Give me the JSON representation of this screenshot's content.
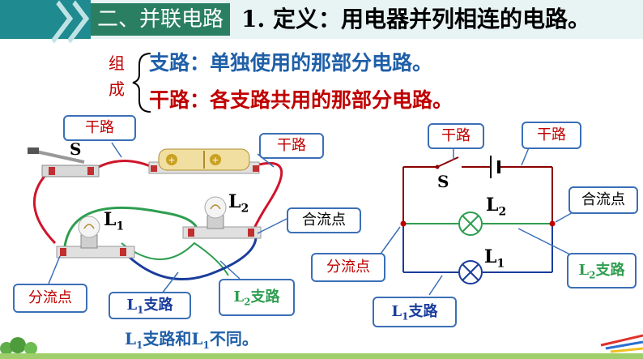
{
  "header": {
    "section": "二、并联电路",
    "definition": "1. 定义：用电器并列相连的电路。"
  },
  "composition": {
    "label_top": "组",
    "label_bottom": "成",
    "branch_line": "支路：单独使用的那部分电路。",
    "main_line": "干路：各支路共用的那部分电路。"
  },
  "left_diagram": {
    "switch": "S",
    "main_top": "干路",
    "main_right": "干路",
    "lamp1": "L",
    "lamp1_sub": "1",
    "lamp2": "L",
    "lamp2_sub": "2",
    "junction_right": "合流点",
    "split": "分流点",
    "branch1": "L",
    "branch1_sub": "1",
    "branch1_suffix": "支路",
    "branch2": "L",
    "branch2_sub": "2",
    "branch2_suffix": "支路"
  },
  "note": {
    "p1": "L",
    "s1": "1",
    "p2": "支路和L",
    "s2": "1",
    "p3": "不同。"
  },
  "right_diagram": {
    "main_left": "干路",
    "main_right": "干路",
    "switch": "S",
    "lamp2": "L",
    "lamp2_sub": "2",
    "lamp1": "L",
    "lamp1_sub": "1",
    "junction": "合流点",
    "split": "分流点",
    "branch2": "L",
    "branch2_sub": "2",
    "branch2_suffix": "支路",
    "branch1": "L",
    "branch1_sub": "1",
    "branch1_suffix": "支路"
  },
  "colors": {
    "teal": "#1f8a8f",
    "title_green": "#2a7f62",
    "red": "#c00000",
    "blue": "#1f5fa8",
    "wire_red": "#d0142c",
    "wire_green": "#2e9e4f",
    "wire_blue": "#1a3d9c",
    "dark_red": "#8b0000"
  }
}
